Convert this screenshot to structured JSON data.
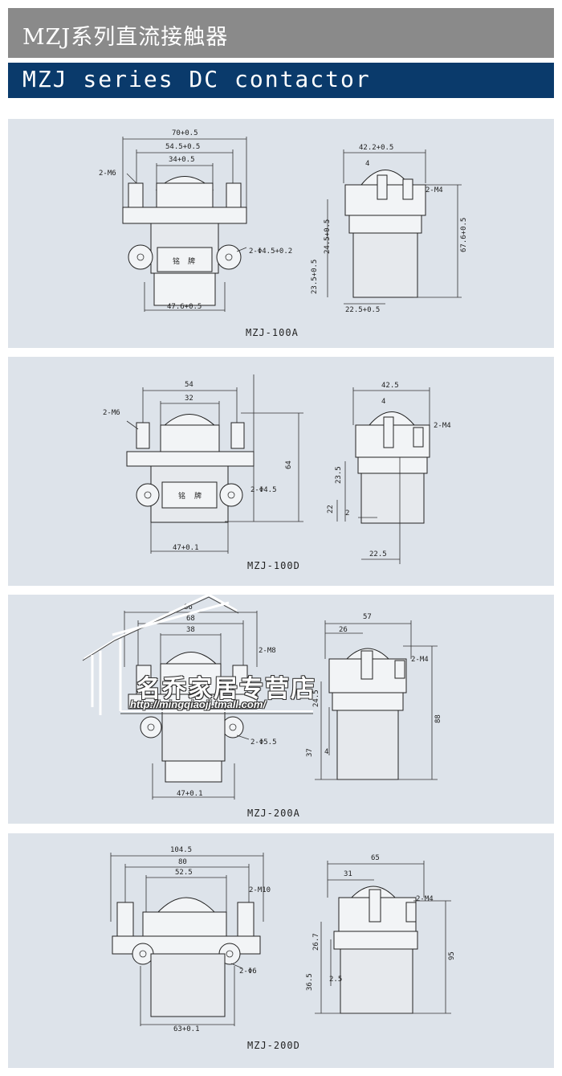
{
  "header": {
    "title_cn": "MZJ系列直流接触器",
    "title_en": "MZJ series DC contactor"
  },
  "panels": [
    {
      "caption": "MZJ-100A",
      "front": [
        "70+0.5",
        "54.5+0.5",
        "34+0.5",
        "2-M6",
        "2-Φ4.5+0.2",
        "铭",
        "牌",
        "47.6+0.5"
      ],
      "side": [
        "42.2+0.5",
        "4",
        "2-M4",
        "24.5+0.5",
        "67.6+0.5",
        "23.5+0.5",
        "22.5+0.5"
      ]
    },
    {
      "caption": "MZJ-100D",
      "front": [
        "54",
        "32",
        "2-M6",
        "64",
        "2-Φ4.5",
        "铭",
        "牌",
        "47+0.1"
      ],
      "side": [
        "42.5",
        "4",
        "2-M4",
        "23.5",
        "22",
        "2",
        "22.5"
      ]
    },
    {
      "caption": "MZJ-200A",
      "front": [
        "86",
        "68",
        "38",
        "2-M8",
        "2-Φ5.5",
        "47+0.1"
      ],
      "side": [
        "57",
        "26",
        "2-M4",
        "24.5",
        "88",
        "37",
        "4"
      ]
    },
    {
      "caption": "MZJ-200D",
      "front": [
        "104.5",
        "80",
        "52.5",
        "2-M10",
        "2-Φ6",
        "63+0.1"
      ],
      "side": [
        "65",
        "31",
        "2-M4",
        "26.7",
        "95",
        "36.5",
        "2.5"
      ]
    }
  ],
  "watermark": {
    "text": "名乔家居专营店",
    "url": "http://mingqiaojj.tmall.com/"
  },
  "colors": {
    "header_gray": "#8a8a8a",
    "header_blue": "#0a3a6b",
    "panel_bg": "#dde3ea"
  }
}
